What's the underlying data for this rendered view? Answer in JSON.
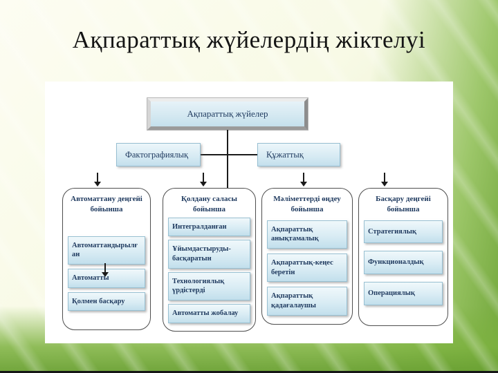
{
  "slide": {
    "title": "Ақпараттық жүйелердің жіктелуі"
  },
  "diagram": {
    "root": {
      "label": "Ақпараттық жүйелер"
    },
    "branches": [
      {
        "label": "Фактографиялық"
      },
      {
        "label": "Құжаттық"
      }
    ],
    "columns": [
      {
        "header": "Автоматтану деңгейі бойынша",
        "items": [
          "Автоматтандырылған",
          "Автоматты",
          "Қолмен басқару"
        ]
      },
      {
        "header": "Қолдану саласы бойынша",
        "items": [
          "Интегралданған",
          "Ұйымдастыруды-басқаратын",
          "Технологиялық үрдістерді",
          "Автоматты жобалау"
        ]
      },
      {
        "header": "Мәліметтерді өңдеу бойынша",
        "items": [
          "Ақпараттық анықтамалық",
          "Ақпараттық-кеңес беретін",
          "Ақпараттық қадағалаушы"
        ]
      },
      {
        "header": "Басқару деңгейі бойынша",
        "items": [
          "Стратегиялық",
          "Функционалдық",
          "Операциялық"
        ]
      }
    ]
  },
  "colors": {
    "node_fill_top": "#eef7fb",
    "node_fill_bottom": "#c3dfec",
    "node_border": "#98c0d2",
    "node_text": "#1f3a5f",
    "card_border": "#4d4d4d",
    "connector": "#1a1a1a",
    "slide_green": "#7fb240",
    "slide_cream": "#fdfdf2"
  }
}
